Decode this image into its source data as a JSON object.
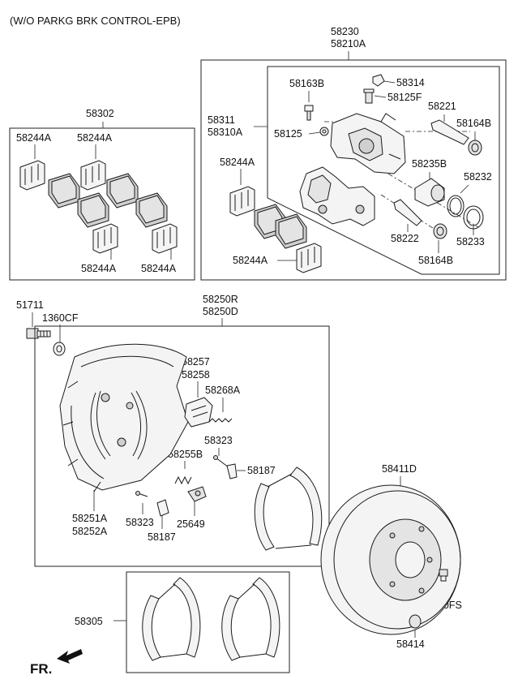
{
  "header": {
    "title": "(W/O PARKG BRK CONTROL-EPB)"
  },
  "caliper_group": {
    "code_1": "58230",
    "code_2": "58210A",
    "sub_code_1": "58311",
    "sub_code_2": "58310A",
    "parts": [
      "58314",
      "58163B",
      "58125F",
      "58221",
      "58125",
      "58164B",
      "58235B",
      "58232",
      "58222",
      "58164B",
      "58233"
    ]
  },
  "pad_group": {
    "code": "58302",
    "parts": [
      "58244A",
      "58244A",
      "58244A",
      "58244A"
    ]
  },
  "left_pad_labels": [
    "58244A",
    "58244A"
  ],
  "bolt": {
    "code_1": "51711",
    "code_2": "1360CF"
  },
  "backing_group": {
    "code_1": "58250R",
    "code_2": "58250D",
    "parts": [
      "58257",
      "58258",
      "58268A",
      "58323",
      "58255B",
      "58187",
      "58251A",
      "58252A",
      "58323",
      "58187",
      "25649"
    ]
  },
  "disc": {
    "code": "58411D",
    "bolt_code": "1220FS",
    "cap_code": "58414"
  },
  "shoe_kit": {
    "code": "58305"
  },
  "direction": {
    "label": "FR."
  }
}
